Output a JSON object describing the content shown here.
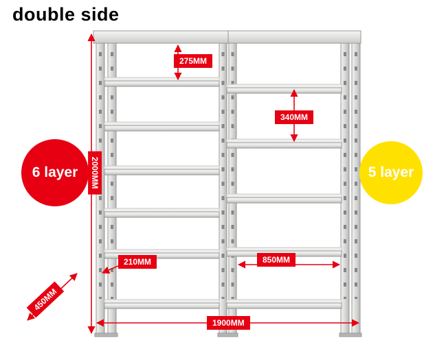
{
  "title": "double side",
  "badges": {
    "six_layer": {
      "label": "6 layer",
      "color": "#e60012"
    },
    "five_layer": {
      "label": "5 layer",
      "color": "#ffe100"
    }
  },
  "dimensions": {
    "top_gap": "275MM",
    "right_gap": "340MM",
    "shelf_depth": "210MM",
    "bay_width": "850MM",
    "height": "2000MM",
    "total_width": "1900MM",
    "total_depth": "450MM"
  },
  "colors": {
    "dimension_red": "#e60012",
    "badge_yellow": "#ffe100",
    "shelf_gray": "#d6d6d4"
  }
}
